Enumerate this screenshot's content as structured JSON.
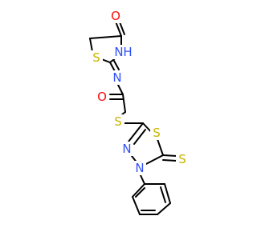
{
  "colors": {
    "bond": "#000000",
    "carbon": "#000000",
    "oxygen": "#ff0d0d",
    "nitrogen": "#3050f8",
    "sulfur": "#c8b400",
    "background": "#ffffff"
  },
  "atoms": {
    "o_ketone": "O",
    "n_imide": "N",
    "h_imide": "H",
    "s_thiazolidine": "S",
    "n_imine": "N",
    "o_amide": "O",
    "s_thioether": "S",
    "s_thiadiazole": "S",
    "n_ring_upper": "N",
    "n_ring_lower": "N",
    "s_thione": "S"
  }
}
